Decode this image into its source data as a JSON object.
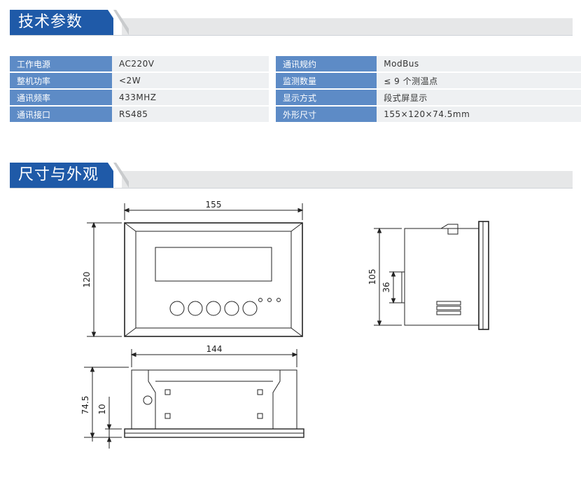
{
  "sections": {
    "tech": "技术参数",
    "dimensions": "尺寸与外观"
  },
  "specs_left": [
    {
      "key": "工作电源",
      "value": "AC220V"
    },
    {
      "key": "整机功率",
      "value": "<2W"
    },
    {
      "key": "通讯频率",
      "value": "433MHZ"
    },
    {
      "key": "通讯接口",
      "value": "RS485"
    }
  ],
  "specs_right": [
    {
      "key": "通讯规约",
      "value": "ModBus"
    },
    {
      "key": "监测数量",
      "value": "≤ 9 个测温点"
    },
    {
      "key": "显示方式",
      "value": "段式屏显示"
    },
    {
      "key": "外形尺寸",
      "value": "155×120×74.5mm"
    }
  ],
  "dims": {
    "front_width": "155",
    "front_height": "120",
    "side_height": "105",
    "side_inner": "36",
    "bottom_width": "144",
    "bottom_depth": "74.5",
    "bottom_lip": "10"
  },
  "colors": {
    "section_tab": "#1f5aa8",
    "key_cell": "#5d8bc6",
    "value_cell": "#eef0f2"
  }
}
